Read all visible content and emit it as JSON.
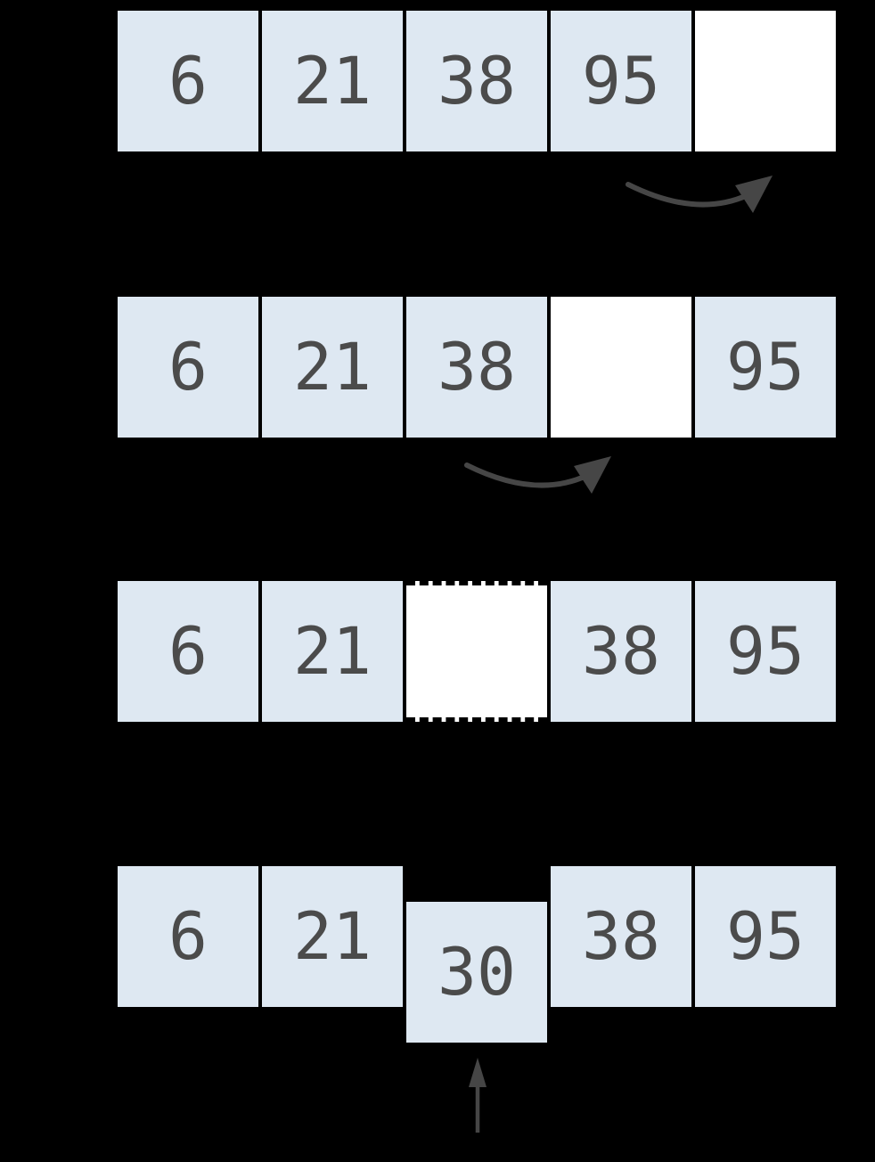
{
  "diagram": {
    "name": "array-insertion-steps",
    "colors": {
      "background": "#000000",
      "cell_fill": "#dee8f2",
      "empty_cell_fill": "#ffffff",
      "value_color": "#4b4b4b",
      "arrow_color": "#464646"
    },
    "inserted_value": "30",
    "rows": [
      {
        "cells": [
          {
            "value": "6",
            "state": "filled"
          },
          {
            "value": "21",
            "state": "filled"
          },
          {
            "value": "38",
            "state": "filled"
          },
          {
            "value": "95",
            "state": "filled"
          },
          {
            "value": "",
            "state": "empty"
          }
        ]
      },
      {
        "cells": [
          {
            "value": "6",
            "state": "filled"
          },
          {
            "value": "21",
            "state": "filled"
          },
          {
            "value": "38",
            "state": "filled"
          },
          {
            "value": "",
            "state": "empty"
          },
          {
            "value": "95",
            "state": "filled"
          }
        ]
      },
      {
        "cells": [
          {
            "value": "6",
            "state": "filled"
          },
          {
            "value": "21",
            "state": "filled"
          },
          {
            "value": "",
            "state": "empty-dashed"
          },
          {
            "value": "38",
            "state": "filled"
          },
          {
            "value": "95",
            "state": "filled"
          }
        ]
      },
      {
        "cells": [
          {
            "value": "6",
            "state": "filled"
          },
          {
            "value": "21",
            "state": "filled"
          },
          {
            "value": "30",
            "state": "insert"
          },
          {
            "value": "38",
            "state": "filled"
          },
          {
            "value": "95",
            "state": "filled"
          }
        ]
      }
    ],
    "arrows": [
      {
        "kind": "curved-shift-right",
        "meaning": "95 shifts right into empty slot"
      },
      {
        "kind": "curved-shift-right",
        "meaning": "38 shifts right into empty slot"
      },
      {
        "kind": "up-insert",
        "meaning": "30 is inserted into the gap"
      }
    ]
  }
}
